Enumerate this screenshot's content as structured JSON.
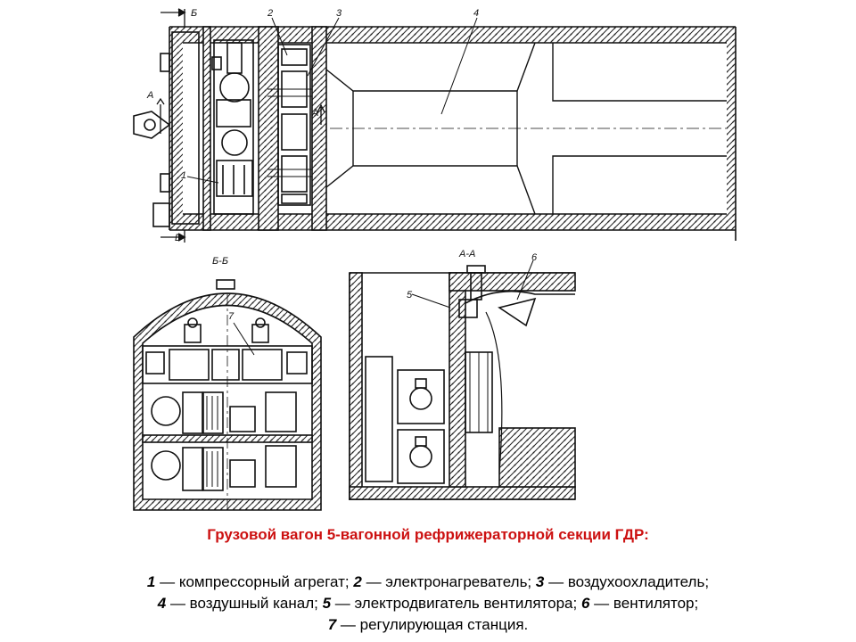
{
  "callouts": {
    "n1": "1",
    "n2": "2",
    "n3": "3",
    "n4": "4",
    "n5": "5",
    "n6": "6",
    "n7": "7"
  },
  "section_labels": {
    "bb": "Б-Б",
    "aa": "А-А",
    "b_mark": "Б",
    "a_mark": "А"
  },
  "caption": {
    "title": "Грузовой вагон 5-вагонной рефрижераторной секции ГДР:",
    "legend": [
      {
        "num": "1",
        "text": "компрессорный агрегат;"
      },
      {
        "num": "2",
        "text": "электронагреватель;"
      },
      {
        "num": "3",
        "text": "воздухоохладитель;"
      },
      {
        "num": "4",
        "text": "воздушный канал;"
      },
      {
        "num": "5",
        "text": "электродвигатель вентилятора;"
      },
      {
        "num": "6",
        "text": "вентилятор;"
      },
      {
        "num": "7",
        "text": "регулирующая станция."
      }
    ]
  }
}
